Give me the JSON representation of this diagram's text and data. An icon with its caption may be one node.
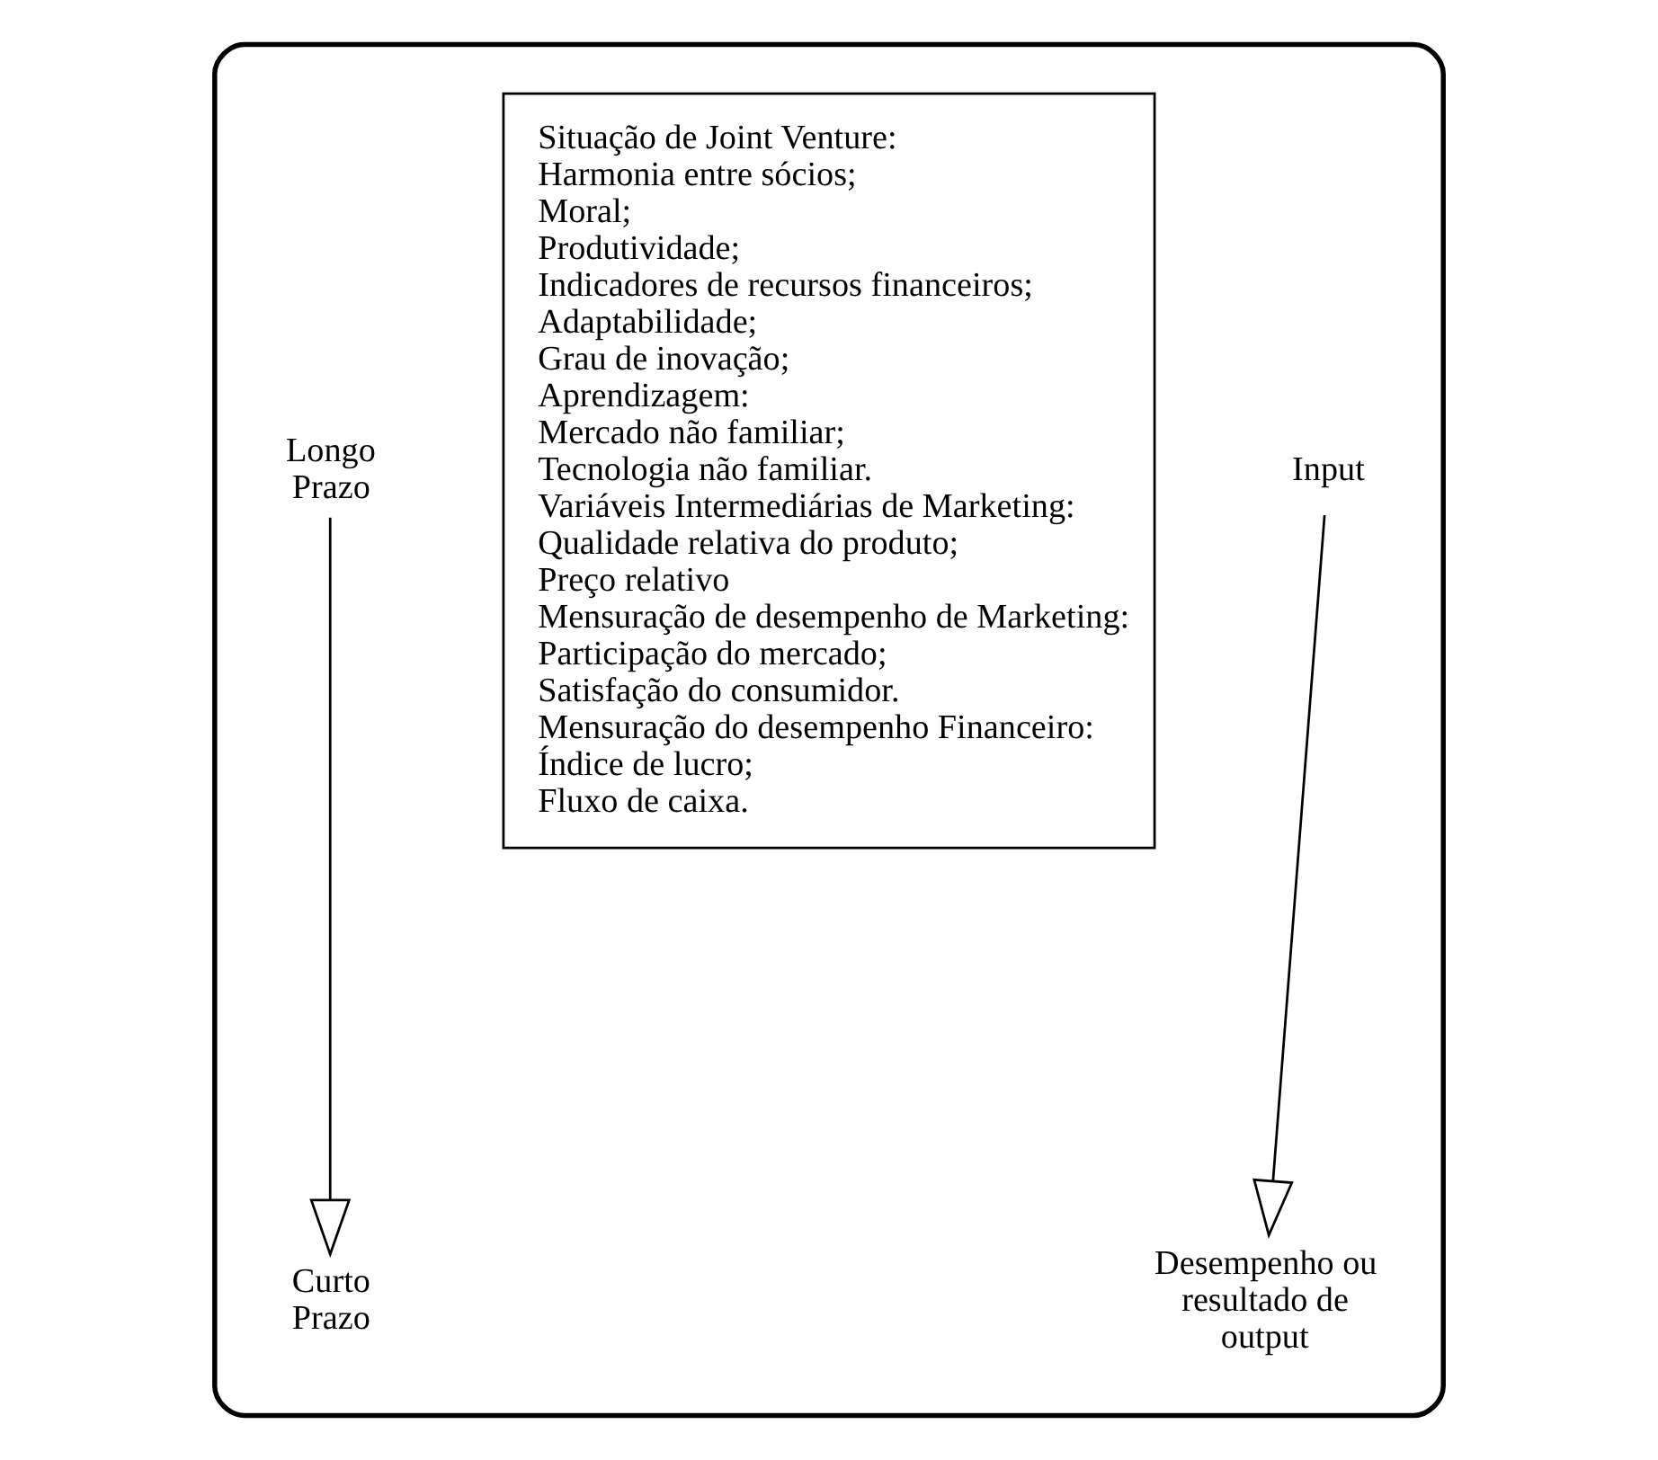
{
  "diagram": {
    "nodes": [
      {
        "text": [],
        "shape": "box"
      },
      {
        "text": [
          "Input"
        ],
        "in": 0
      },
      {
        "text": [
          "Situação de Joint Venture:",
          "Harmonia entre sócios;",
          "Moral;",
          "Produtividade;",
          "Indicadores de recursos financeiros;",
          "Adaptabilidade;",
          "Grau de inovação;",
          "Aprendizagem:",
          "Mercado não familiar;",
          "Tecnologia não familiar.",
          "Variáveis Intermediárias de Marketing:",
          "Qualidade relativa do produto;",
          "Preço relativo",
          "Mensuração de desempenho de Marketing:",
          "Participação do mercado;",
          "Satisfação do consumidor.",
          "Mensuração do desempenho Financeiro:",
          "Índice de lucro;",
          "Fluxo de caixa."
        ],
        "in": 0
      },
      {
        "text": [
          "Longo Prazo"
        ],
        "in": 0
      },
      {
        "text": [
          "Desempenho ou resultado de output"
        ],
        "in": 0
      },
      {
        "text": [
          "Curto Prazo"
        ],
        "in": 0
      }
    ],
    "edges": [
      {
        "from": 1,
        "to": 4,
        "arrow": "to"
      },
      {
        "from": 3,
        "to": 5,
        "arrow": "to"
      }
    ]
  }
}
